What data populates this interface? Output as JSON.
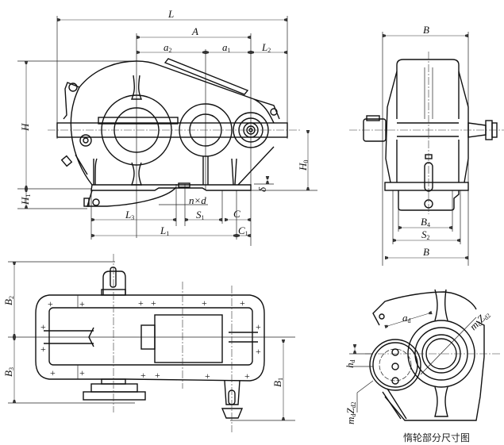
{
  "front_view": {
    "labels": {
      "L": {
        "main": "L",
        "sub": ""
      },
      "A": {
        "main": "A",
        "sub": ""
      },
      "a2": {
        "main": "a",
        "sub": "2"
      },
      "a1": {
        "main": "a",
        "sub": "1"
      },
      "L2": {
        "main": "L",
        "sub": "2"
      },
      "H": {
        "main": "H",
        "sub": ""
      },
      "H1": {
        "main": "H",
        "sub": "1"
      },
      "H0": {
        "main": "H",
        "sub": "0"
      },
      "delta": {
        "main": "δ",
        "sub": ""
      },
      "nxd": {
        "main": "n×d",
        "sub": ""
      },
      "L3": {
        "main": "L",
        "sub": "3"
      },
      "S1": {
        "main": "S",
        "sub": "1"
      },
      "C": {
        "main": "C",
        "sub": ""
      },
      "L1": {
        "main": "L",
        "sub": "1"
      },
      "C1": {
        "main": "C",
        "sub": "1"
      }
    }
  },
  "side_view": {
    "labels": {
      "B_top": {
        "main": "B",
        "sub": ""
      },
      "B4": {
        "main": "B",
        "sub": "4"
      },
      "S2": {
        "main": "S",
        "sub": "2"
      },
      "B_bottom": {
        "main": "B",
        "sub": ""
      }
    }
  },
  "top_view": {
    "labels": {
      "B2": {
        "main": "B",
        "sub": "2"
      },
      "B3": {
        "main": "B",
        "sub": "3"
      },
      "B1": {
        "main": "B",
        "sub": "1"
      }
    }
  },
  "idler_view": {
    "labels": {
      "ad": {
        "main": "a",
        "sub": "d"
      },
      "mdZd2_top": {
        "main": "m",
        "sub": "d",
        "main2": "Z",
        "sub2": "d2"
      },
      "hd": {
        "main": "h",
        "sub": "d"
      },
      "mdZd2_bottom": {
        "main": "m",
        "sub": "d",
        "main2": "Z",
        "sub2": "d2"
      }
    },
    "caption": "惰轮部分尺寸图"
  }
}
